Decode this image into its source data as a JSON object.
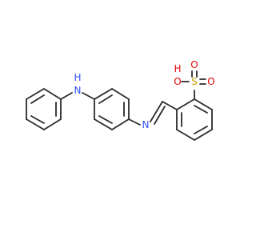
{
  "molecule": {
    "atoms": {
      "nh_n": {
        "text": "N",
        "color": "#3050f8"
      },
      "nh_h": {
        "text": "H",
        "color": "#3050f8"
      },
      "imine_n": {
        "text": "N",
        "color": "#3050f8"
      },
      "so3h_s": {
        "text": "S",
        "color": "#c8a400"
      },
      "so3h_o_top": {
        "text": "O",
        "color": "#e60000"
      },
      "so3h_o_right": {
        "text": "O",
        "color": "#e60000"
      },
      "so3h_o_left": {
        "text": "O",
        "color": "#e60000"
      },
      "so3h_h": {
        "text": "H",
        "color": "#e60000"
      }
    },
    "bond_color": "#2b2b2b",
    "background": "#ffffff"
  }
}
